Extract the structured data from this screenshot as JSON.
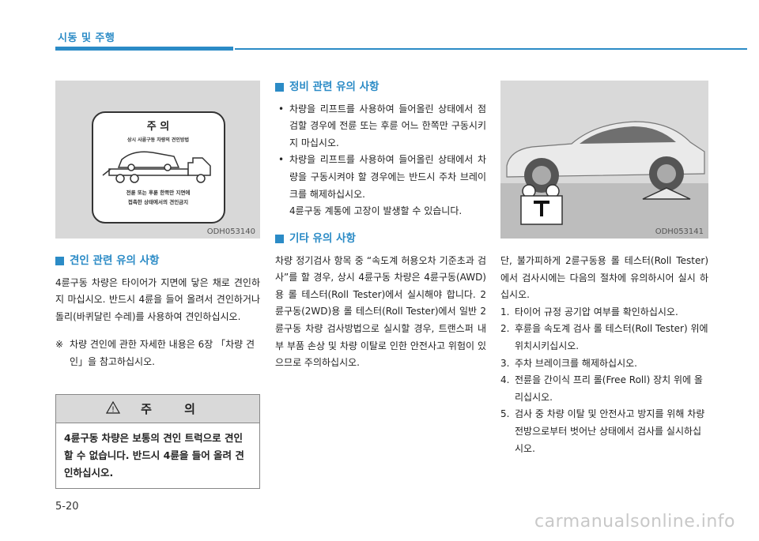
{
  "header": {
    "section_title": "시동 및 주행"
  },
  "page_number": "5-20",
  "watermark": "carmanualsonline.info",
  "figure1": {
    "label": "ODH053140",
    "sign_title": "주 의",
    "sign_subtitle": "상시 사륜구동 차량의 견인방법",
    "sign_caption_1": "전륜 또는 후륜 한쪽만 지면에",
    "sign_caption_2": "접촉한 상태에서의 견인금지"
  },
  "figure2": {
    "label": "ODH053141"
  },
  "towing": {
    "heading": "견인 관련 유의 사항",
    "body": "4륜구동 차량은 타이어가 지면에 닿은 채로 견인하지 마십시오. 반드시 4륜을 들어 올려서 견인하거나 돌리(바퀴달린 수레)를 사용하여 견인하십시오.",
    "note_mark": "※",
    "note": "차량 견인에 관한 자세한 내용은 6장 「차량 견인」을 참고하십시오."
  },
  "caution": {
    "icon": "!",
    "title": "주 의",
    "body": "4륜구동 차량은 보통의 견인 트럭으로 견인할 수 없습니다. 반드시 4륜을 들어 올려 견인하십시오."
  },
  "maintenance": {
    "heading": "정비 관련 유의 사항",
    "bullets": [
      "차량을 리프트를 사용하여 들어올린 상태에서 점검할 경우에 전륜 또는 후륜 어느 한쪽만 구동시키지 마십시오.",
      "차량을 리프트를 사용하여 들어올린 상태에서 차량을 구동시켜야 할 경우에는 반드시 주차 브레이크를 해제하십시오."
    ],
    "bullet_extra": "4륜구동 계통에 고장이 발생할 수 있습니다."
  },
  "other": {
    "heading": "기타 유의 사항",
    "body": "차량 정기검사 항목 중 “속도계 허용오차 기준초과 검사”를 할 경우, 상시 4륜구동 차량은 4륜구동(AWD)용 롤 테스터(Roll Tester)에서 실시해야 합니다. 2륜구동(2WD)용 롤 테스터(Roll Tester)에서 일반 2륜구동 차량 검사방법으로 실시할 경우, 트랜스퍼 내부 부품 손상 및 차량 이탈로 인한 안전사고 위험이 있으므로 주의하십시오."
  },
  "col3": {
    "intro": "단, 불가피하게 2륜구동용 롤 테스터(Roll Tester) 에서 검사시에는 다음의 절차에 유의하시어 실시 하십시오.",
    "steps": [
      {
        "num": "1.",
        "text": "타이어 규정 공기압 여부를 확인하십시오."
      },
      {
        "num": "2.",
        "text": "후륜을 속도계 검사 롤 테스터(Roll Tester) 위에 위치시키십시오."
      },
      {
        "num": "3.",
        "text": "주차 브레이크를 해제하십시오."
      },
      {
        "num": "4.",
        "text": "전륜을 간이식 프리 롤(Free Roll) 장치 위에 올리십시오."
      },
      {
        "num": "5.",
        "text": "검사 중 차량 이탈 및 안전사고 방지를 위해 차량 전방으로부터 벗어난 상태에서 검사를 실시하십시오."
      }
    ]
  }
}
